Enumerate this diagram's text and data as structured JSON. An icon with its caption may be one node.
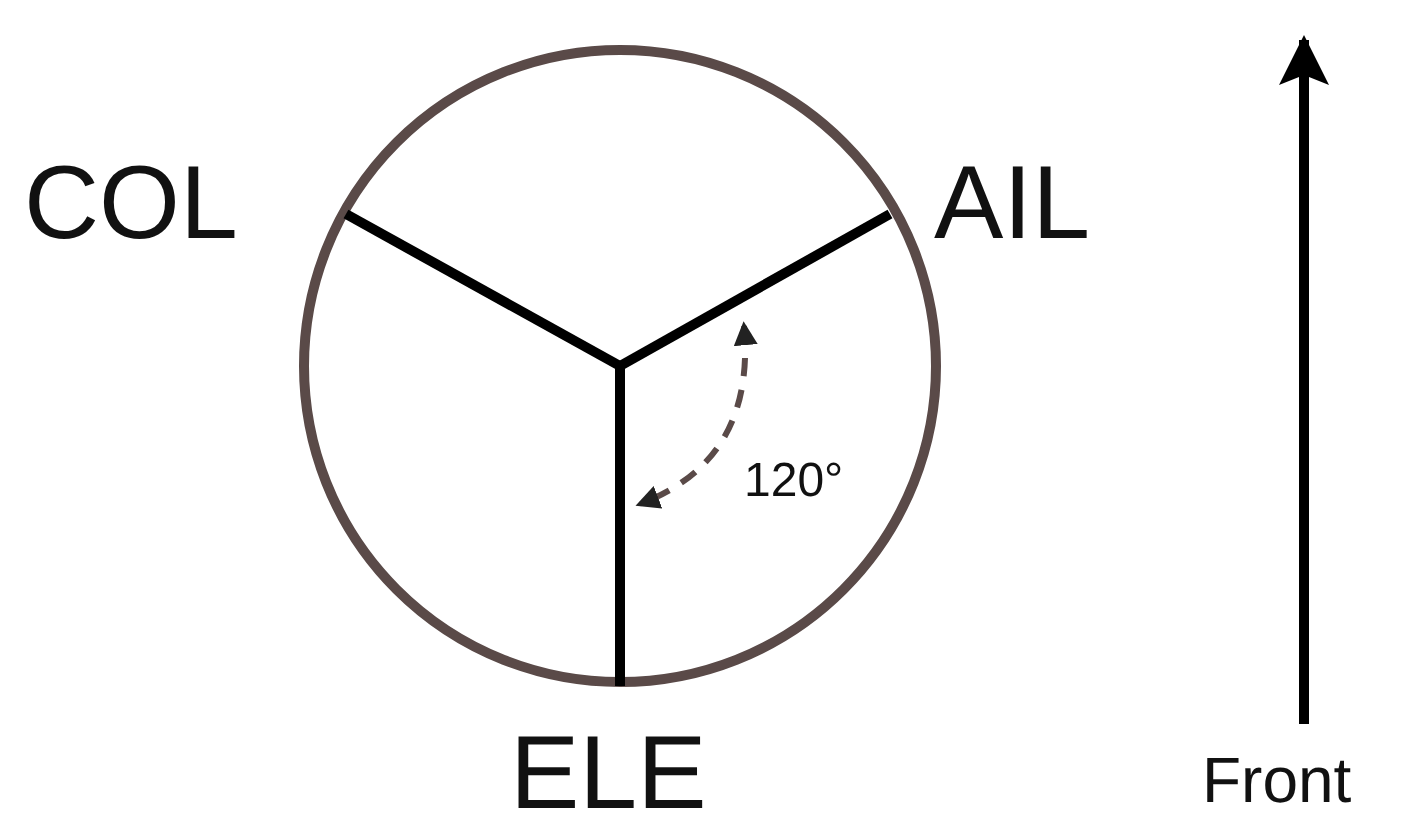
{
  "diagram": {
    "labels": [
      "COL",
      "AIL",
      "120°",
      "ELE",
      "Front"
    ]
  }
}
